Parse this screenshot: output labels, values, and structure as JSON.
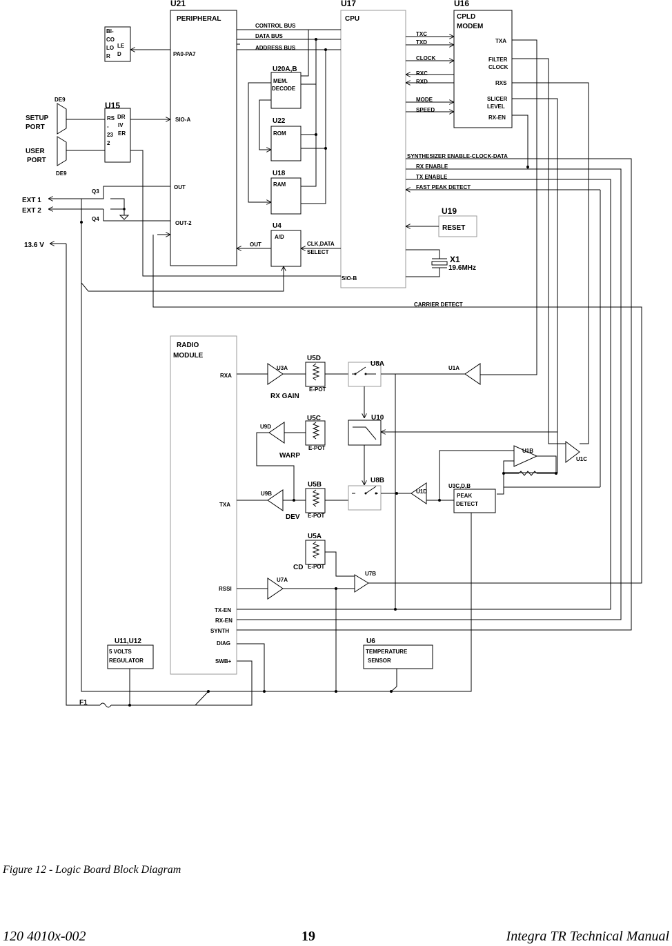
{
  "chips": {
    "u21": {
      "ref": "U21",
      "name": "PERIPHERAL",
      "pa": "PA0-PA7",
      "sioa": "SIO-A",
      "out": "OUT",
      "out2": "OUT-2"
    },
    "u17": {
      "ref": "U17",
      "name": "CPU",
      "siob": "SIO-B"
    },
    "u16": {
      "ref": "U16",
      "name1": "CPLD",
      "name2": "MODEM",
      "txa": "TXA",
      "filter1": "FILTER",
      "filter2": "CLOCK",
      "rxs": "RXS",
      "slicer1": "SLICER",
      "slicer2": "LEVEL",
      "rxen": "RX-EN"
    },
    "led": {
      "l1": "BI-",
      "l2": "CO",
      "l3": "LO",
      "l4": "R",
      "l5": "LE",
      "l6": "D"
    },
    "u15": {
      "ref": "U15",
      "l1": "RS",
      "l2": "-",
      "l3": "23",
      "l4": "2",
      "d1": "DR",
      "d2": "IV",
      "d3": "ER"
    },
    "u20": {
      "ref": "U20A,B",
      "l1": "MEM.",
      "l2": "DECODE"
    },
    "u22": {
      "ref": "U22",
      "name": "ROM"
    },
    "u18": {
      "ref": "U18",
      "name": "RAM"
    },
    "u4": {
      "ref": "U4",
      "name": "A/D",
      "out": "OUT",
      "clk1": "CLK,DATA",
      "clk2": "SELECT"
    },
    "u19": {
      "ref": "U19",
      "name": "RESET"
    },
    "x1": {
      "ref": "X1",
      "freq": "19.6MHz"
    },
    "radio": {
      "l1": "RADIO",
      "l2": "MODULE",
      "rxa": "RXA",
      "txa": "TXA",
      "rssi": "RSSI",
      "txen": "TX-EN",
      "rxen": "RX-EN",
      "synth": "SYNTH",
      "diag": "DIAG",
      "swb": "SWB+"
    },
    "u11": {
      "ref": "U11,U12",
      "l1": "5 VOLTS",
      "l2": "REGULATOR"
    },
    "u6": {
      "ref": "U6",
      "l1": "TEMPERATURE",
      "l2": "SENSOR"
    },
    "u3cdb": {
      "ref": "U3C,D,B",
      "l1": "PEAK",
      "l2": "DETECT"
    }
  },
  "buses": {
    "control": "CONTROL BUS",
    "data": "DATA BUS",
    "address": "ADDRESS BUS"
  },
  "signals": {
    "txc": "TXC",
    "txd": "TXD",
    "clock": "CLOCK",
    "rxc": "RXC",
    "rxd": "RXD",
    "mode": "MODE",
    "speed": "SPEED",
    "synth": "SYNTHESIZER ENABLE-CLOCK-DATA",
    "rxen": "RX ENABLE",
    "txen": "TX ENABLE",
    "fpd": "FAST PEAK DETECT",
    "carrier": "CARRIER DETECT"
  },
  "ports": {
    "de9a": "DE9",
    "de9b": "DE9",
    "setup1": "SETUP",
    "setup2": "PORT",
    "user1": "USER",
    "user2": "PORT",
    "q3": "Q3",
    "q4": "Q4",
    "ext1": "EXT 1",
    "ext2": "EXT 2",
    "v136": "13.6 V",
    "f1": "F1"
  },
  "analog": {
    "u3a": "U3A",
    "u5d": "U5D",
    "u8a": "U8A",
    "u1a": "U1A",
    "rxgain": "RX GAIN",
    "u9d": "U9D",
    "u5c": "U5C",
    "u10": "U10",
    "warp": "WARP",
    "u9b": "U9B",
    "u5b": "U5B",
    "u8b": "U8B",
    "u1d": "U1D",
    "dev": "DEV",
    "u5a": "U5A",
    "cd": "CD",
    "u7a": "U7A",
    "u7b": "U7B",
    "u1b": "U1B",
    "u1c": "U1C",
    "epot_d": "E-POT",
    "epot_c": "E-POT",
    "epot_b": "E-POT",
    "epot_a": "E-POT"
  },
  "caption": "Figure 12 - Logic Board Block Diagram",
  "footer": {
    "left": "120 4010x-002",
    "page": "19",
    "right": "Integra TR Technical Manual"
  }
}
